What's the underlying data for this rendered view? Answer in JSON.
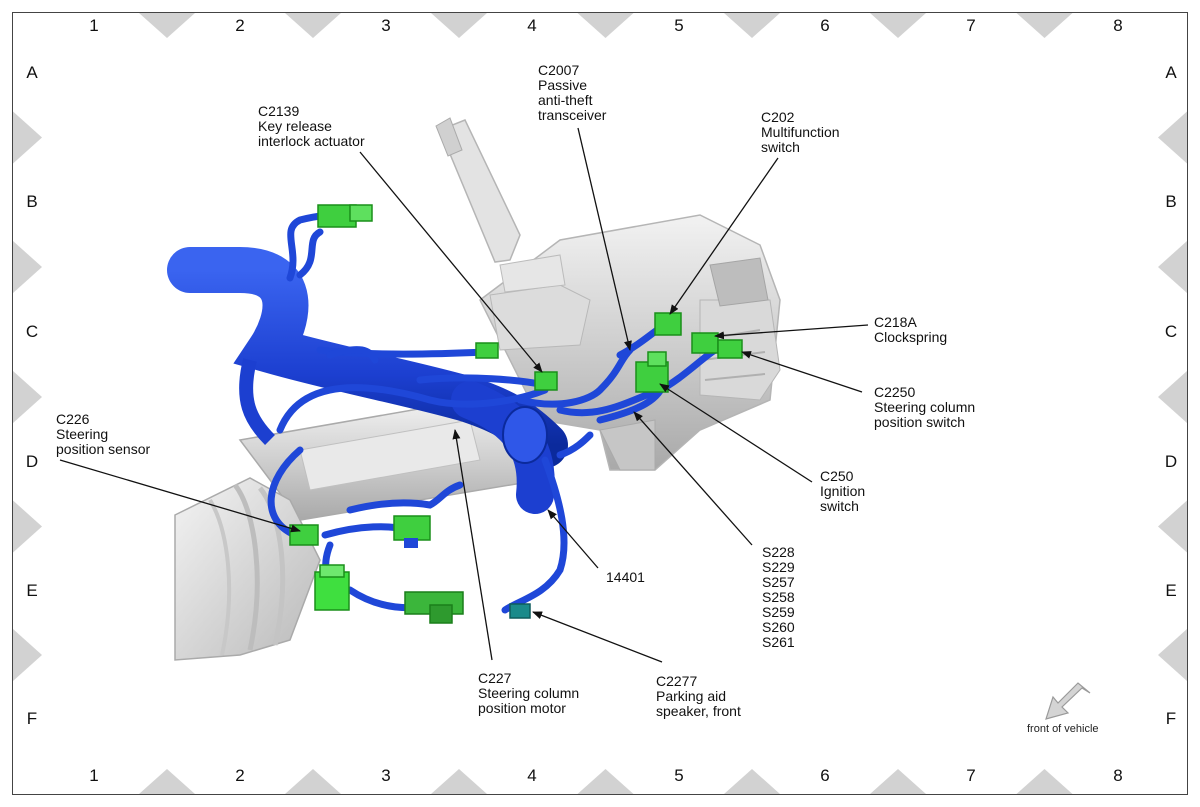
{
  "grid": {
    "columns": [
      "1",
      "2",
      "3",
      "4",
      "5",
      "6",
      "7",
      "8"
    ],
    "rows": [
      "A",
      "B",
      "C",
      "D",
      "E",
      "F"
    ]
  },
  "callouts": {
    "c2007": {
      "lines": [
        "C2007",
        "Passive",
        "anti-theft",
        "transceiver"
      ]
    },
    "c2139": {
      "lines": [
        "C2139",
        "Key release",
        "interlock actuator"
      ]
    },
    "c202": {
      "lines": [
        "C202",
        "Multifunction",
        "switch"
      ]
    },
    "c218a": {
      "lines": [
        "C218A",
        "Clockspring"
      ]
    },
    "c2250": {
      "lines": [
        "C2250",
        "Steering column",
        "position switch"
      ]
    },
    "c226": {
      "lines": [
        "C226",
        "Steering",
        "position sensor"
      ]
    },
    "c250": {
      "lines": [
        "C250",
        "Ignition",
        "switch"
      ]
    },
    "s_splices": {
      "lines": [
        "S228",
        "S229",
        "S257",
        "S258",
        "S259",
        "S260",
        "S261"
      ]
    },
    "harness": {
      "lines": [
        "14401"
      ]
    },
    "c227": {
      "lines": [
        "C227",
        "Steering column",
        "position motor"
      ]
    },
    "c2277": {
      "lines": [
        "C2277",
        "Parking aid",
        "speaker, front"
      ]
    }
  },
  "orientation": {
    "label": "front of vehicle",
    "icon": "arrow-down-left-icon"
  },
  "colors": {
    "harness": "#1c3fd0",
    "harness_dark": "#0b2a9c",
    "connector": "#3fcf3f",
    "connector_dark": "#1a8f1a",
    "speaker_connector": "#1a8a8a",
    "column": "#d4d4d4",
    "marker": "#d2d2d2"
  }
}
